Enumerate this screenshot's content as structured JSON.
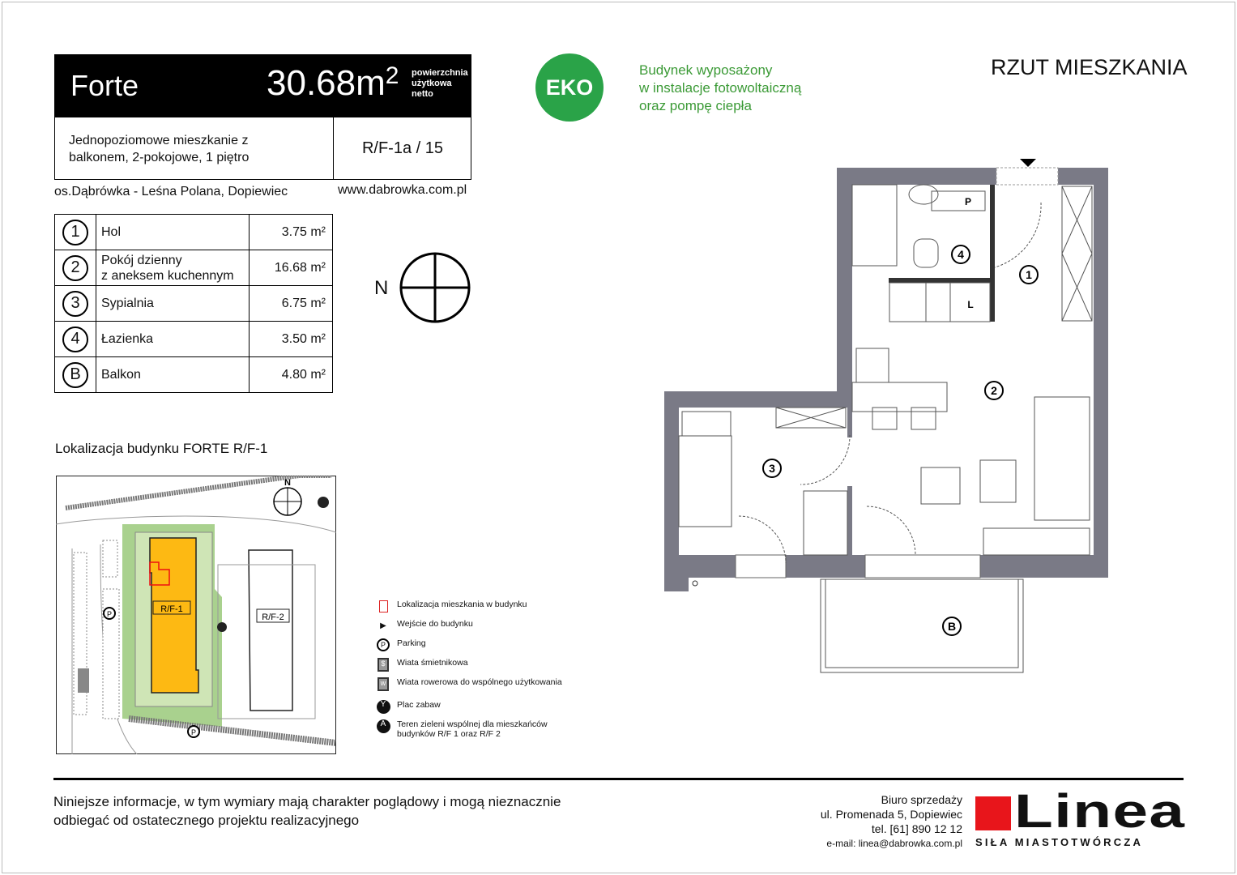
{
  "header": {
    "name": "Forte",
    "area": "30.68m",
    "area_sup": "2",
    "area_note": [
      "powierzchnia",
      "użytkowa",
      "netto"
    ]
  },
  "description": {
    "line1": "Jednopoziomowe mieszkanie z",
    "line2": "balkonem, 2-pokojowe, 1 piętro",
    "code": "R/F-1a / 15"
  },
  "location": "os.Dąbrówka - Leśna Polana, Dopiewiec",
  "website": "www.dabrowka.com.pl",
  "eko": {
    "badge": "EKO",
    "lines": [
      "Budynek wyposażony",
      "w instalacje fotowoltaiczną",
      "oraz pompę ciepła"
    ],
    "color": "#2aa348"
  },
  "plan_title": "RZUT MIESZKANIA",
  "rooms": [
    {
      "num": "1",
      "name": "Hol",
      "area": "3.75 m²"
    },
    {
      "num": "2",
      "name": "Pokój dzienny",
      "name2": "z aneksem kuchennym",
      "area": "16.68 m²"
    },
    {
      "num": "3",
      "name": "Sypialnia",
      "area": "6.75 m²"
    },
    {
      "num": "4",
      "name": "Łazienka",
      "area": "3.50 m²"
    },
    {
      "num": "B",
      "name": "Balkon",
      "area": "4.80 m²"
    }
  ],
  "compass": "N",
  "site": {
    "title": "Lokalizacja budynku  FORTE  R/F-1",
    "b1": "R/F-1",
    "b2": "R/F-2",
    "n": "N",
    "p": "P"
  },
  "legend": [
    "Lokalizacja mieszkania w budynku",
    "Wejście do budynku",
    "Parking",
    "Wiata śmietnikowa",
    "Wiata rowerowa do wspólnego użytkowania",
    "Plac zabaw",
    "Teren zieleni wspólnej dla mieszkańców",
    "budynków R/F 1 oraz R/F 2"
  ],
  "plan_labels": {
    "p": "P",
    "l": "L"
  },
  "disclaimer": [
    "Niniejsze informacje, w tym wymiary mają charakter poglądowy i mogą nieznacznie",
    "odbiegać od ostatecznego projektu realizacyjnego"
  ],
  "office": {
    "title": "Biuro sprzedaży",
    "address": "ul. Promenada 5, Dopiewiec",
    "phone": "tel. [61] 890 12 12",
    "email": "e-mail: linea@dabrowka.com.pl"
  },
  "logo": {
    "name": "Linea",
    "tagline": "SIŁA MIASTOTWÓRCZA",
    "color": "#e8151b"
  }
}
